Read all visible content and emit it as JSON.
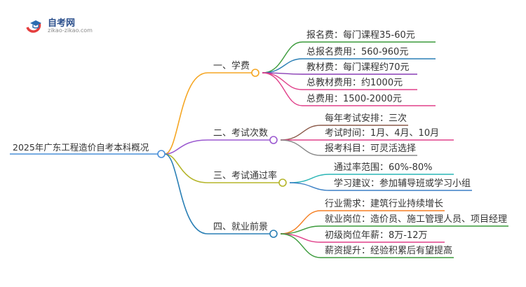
{
  "logo": {
    "title": "自考网",
    "url": "zikao-zikao.com",
    "colors": {
      "blue": "#2b6cb0",
      "red": "#e53e3e"
    }
  },
  "mindmap": {
    "root": {
      "label": "2025年广东工程造价自考本科概况",
      "color": "#4a90d9"
    },
    "branches": [
      {
        "label": "一、学费",
        "color": "#f5a623",
        "children": [
          {
            "label": "报名费：每门课程35-60元",
            "color": "#3a9a3a"
          },
          {
            "label": "总报名费用：560-960元",
            "color": "#2a7fb5"
          },
          {
            "label": "教材费：每门课程约70元",
            "color": "#8a3fb5"
          },
          {
            "label": "总教材费用：约1000元",
            "color": "#e0408a"
          },
          {
            "label": "总费用：1500-2000元",
            "color": "#e0408a"
          }
        ]
      },
      {
        "label": "二、考试次数",
        "color": "#9b59d0",
        "children": [
          {
            "label": "每年考试安排：三次",
            "color": "#8b5a4a"
          },
          {
            "label": "考试时间：1月、4月、10月",
            "color": "#e0408a"
          },
          {
            "label": "报考科目：可灵活选择",
            "color": "#888888"
          }
        ]
      },
      {
        "label": "三、考试通过率",
        "color": "#b5b52a",
        "children": [
          {
            "label": "通过率范围：60%-80%",
            "color": "#2ab5b5"
          },
          {
            "label": "学习建议：参加辅导班或学习小组",
            "color": "#3a7fc5"
          }
        ]
      },
      {
        "label": "四、就业前景",
        "color": "#2a7fb5",
        "children": [
          {
            "label": "行业需求：建筑行业持续增长",
            "color": "#f57f23"
          },
          {
            "label": "就业岗位：造价员、施工管理人员、项目经理",
            "color": "#3a9a3a"
          },
          {
            "label": "初级岗位年薪：8万-12万",
            "color": "#e0408a"
          },
          {
            "label": "薪资提升：经验积累后有望提高",
            "color": "#3a9a3a"
          }
        ]
      }
    ]
  }
}
